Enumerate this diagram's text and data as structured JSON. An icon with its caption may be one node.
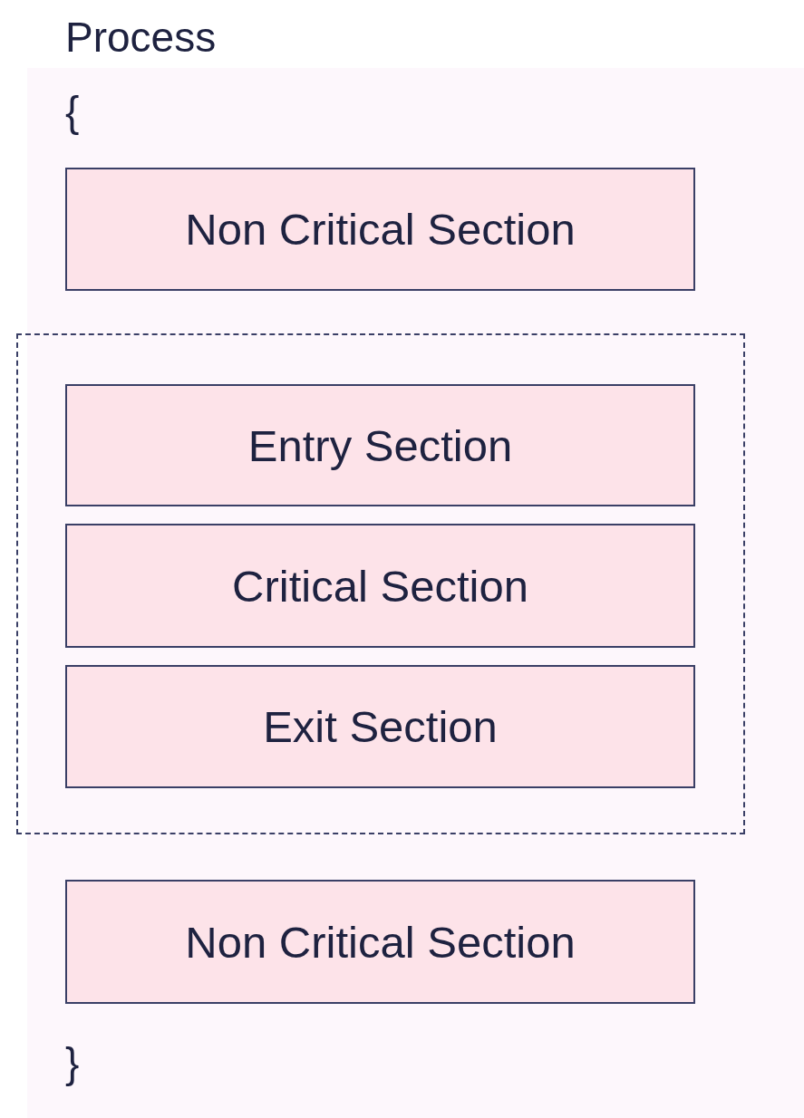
{
  "diagram": {
    "nodes": [
      {
        "text": [
          "Non Critical Section"
        ]
      },
      {
        "text": [],
        "shape": "box"
      },
      {
        "text": [
          "Entry Section"
        ],
        "in": 1
      },
      {
        "text": [
          "Critical Section"
        ],
        "in": 1
      },
      {
        "text": [
          "Exit Section"
        ],
        "in": 1
      },
      {
        "text": [
          "Non Critical Section"
        ]
      }
    ],
    "labels": [
      "Process",
      "{",
      "}"
    ]
  }
}
